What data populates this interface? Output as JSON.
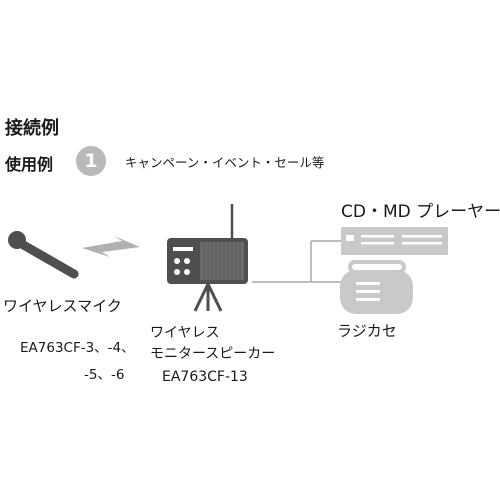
{
  "heading": "接続例",
  "usage": {
    "label": "使用例",
    "number": "1",
    "description": "キャンペーン・イベント・セール等"
  },
  "microphone": {
    "label": "ワイヤレスマイク",
    "model_line1": "EA763CF-3、-4、",
    "model_line2": "-5、-6"
  },
  "speaker": {
    "label_line1": "ワイヤレス",
    "label_line2": "モニタースピーカー",
    "model": "EA763CF-13"
  },
  "cd_player": {
    "label": "CD・MD プレーヤー"
  },
  "radio": {
    "label": "ラジカセ"
  },
  "colors": {
    "device_gray": "#4f4f4f",
    "light_gray": "#c9c9c9",
    "line_gray": "#a8a8a8",
    "wireless_gray": "#b0b0b0"
  }
}
